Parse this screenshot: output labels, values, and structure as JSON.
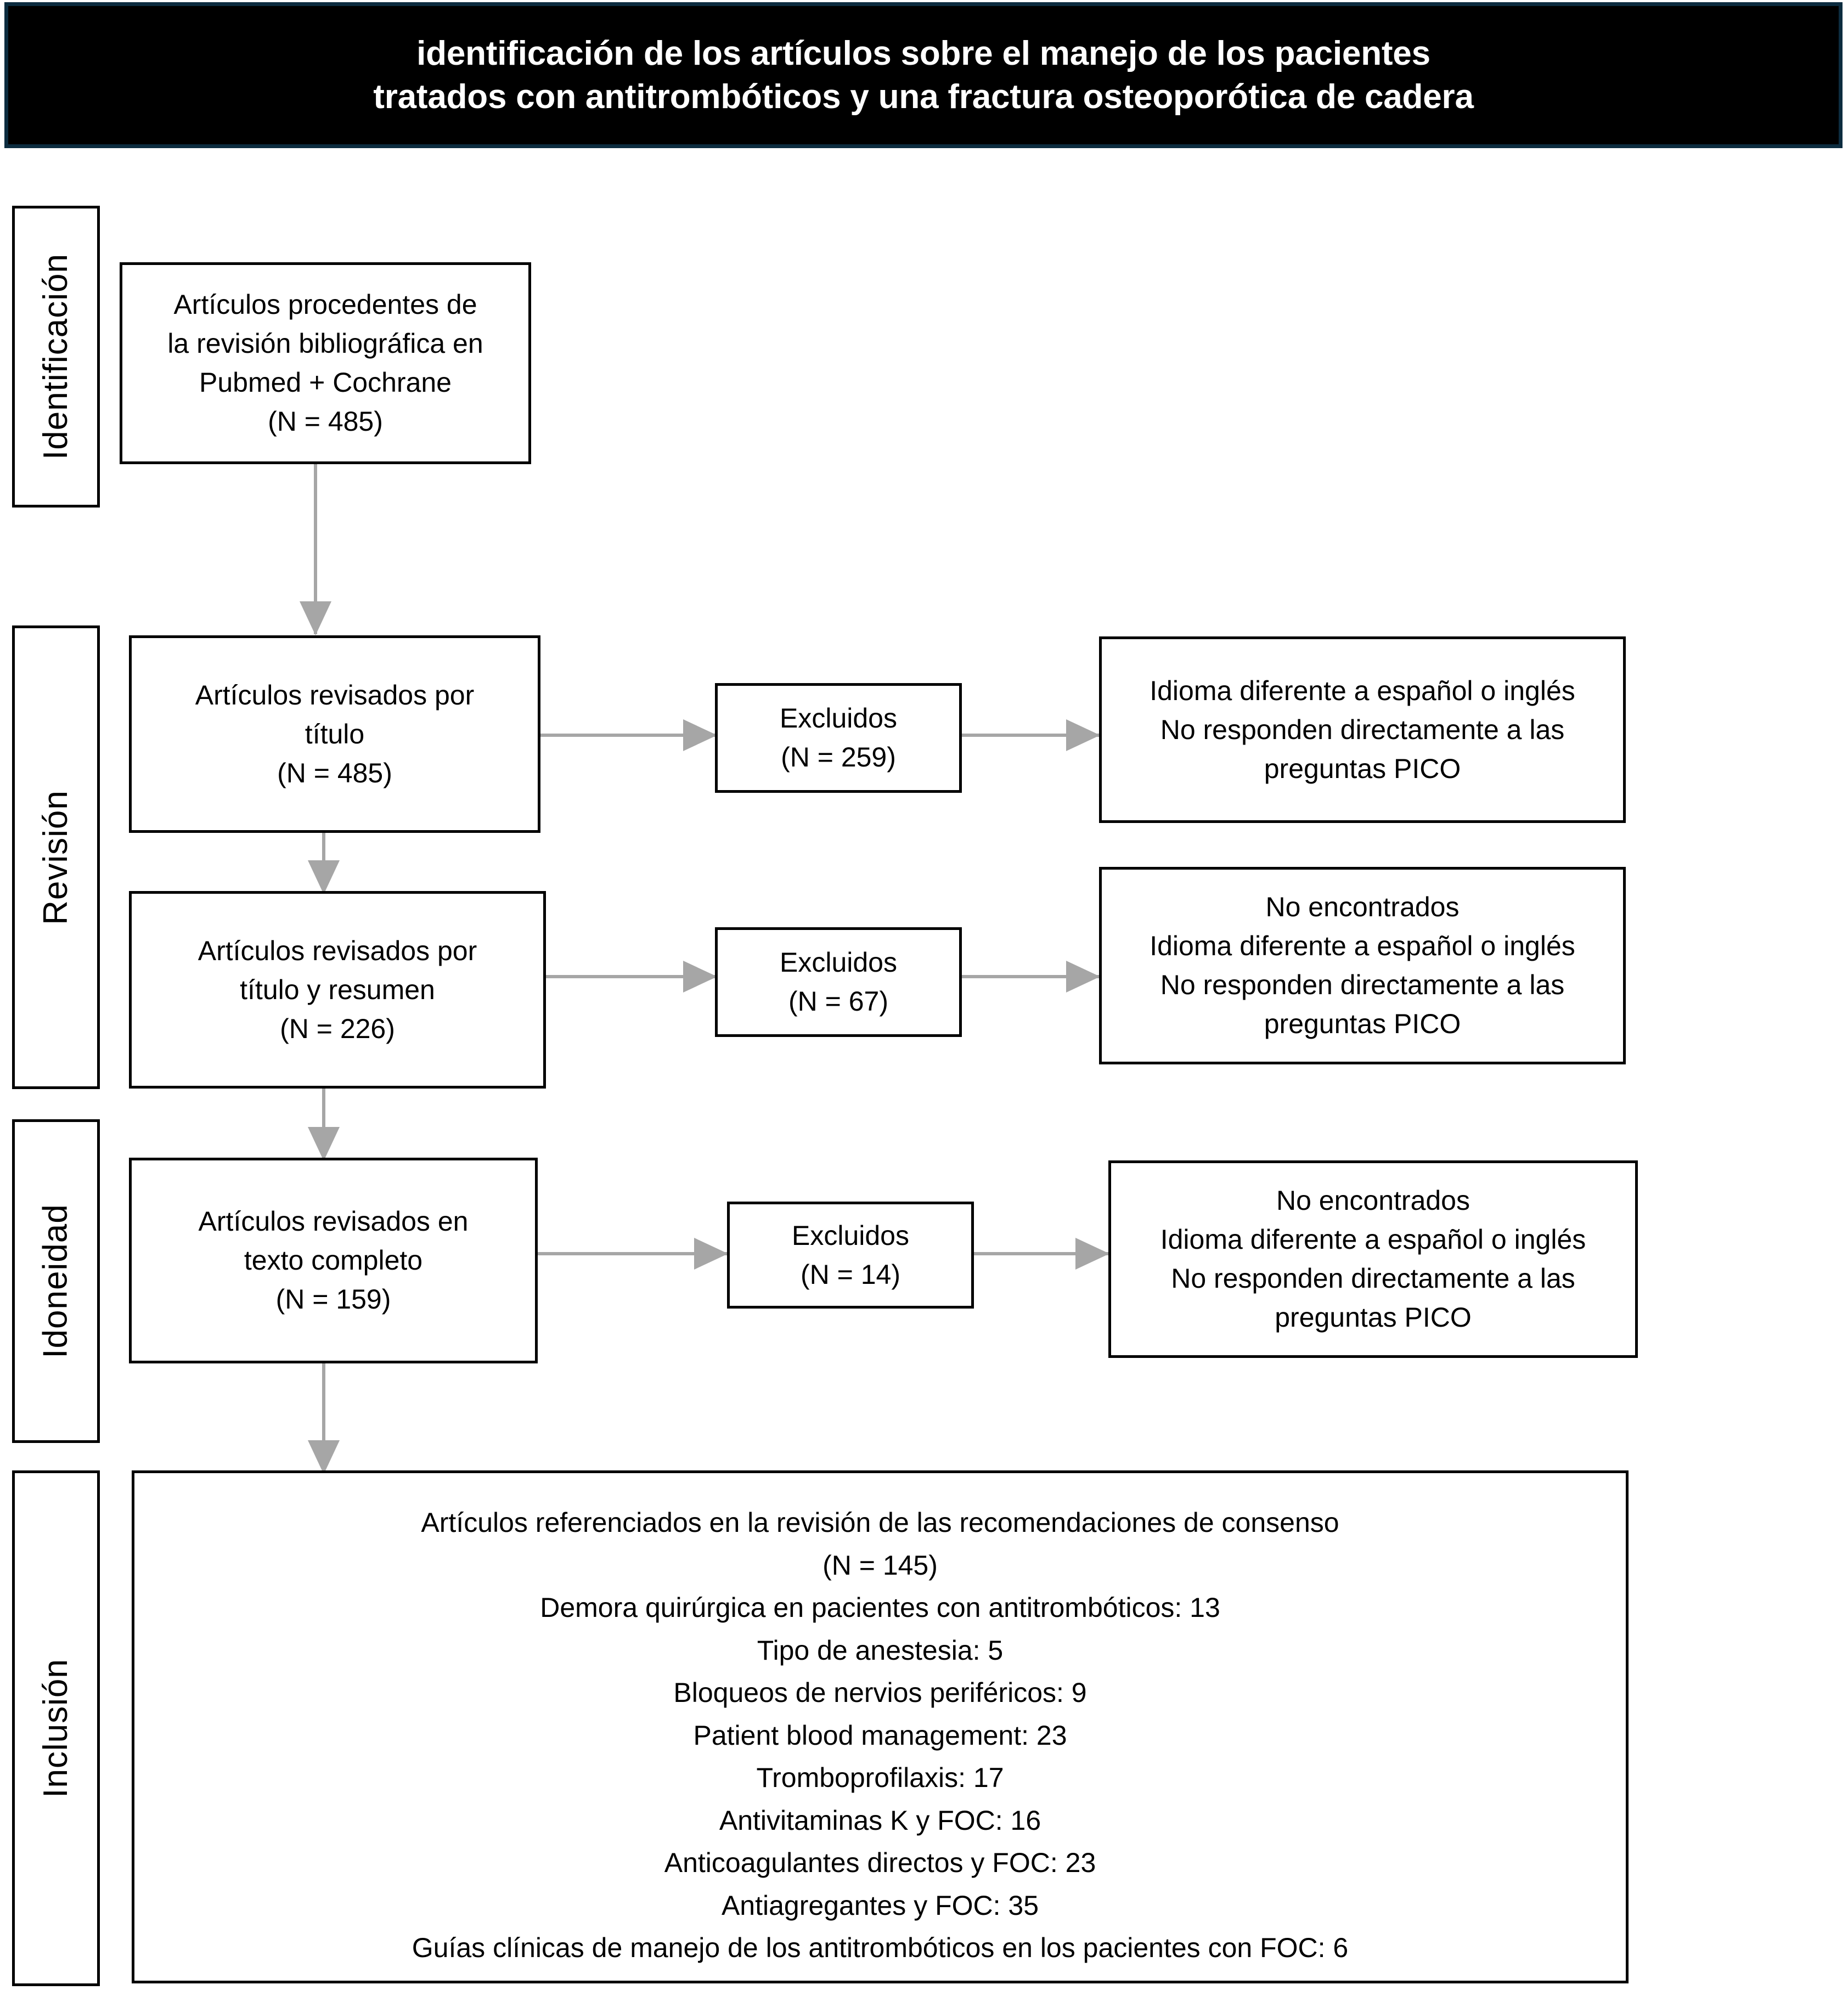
{
  "title": {
    "line1": "identificación de los artículos sobre el manejo de los pacientes",
    "line2": "tratados con antitrombóticos y una fractura osteoporótica de cadera",
    "background_color": "#000000",
    "border_color": "#0c2c3f",
    "text_color": "#ffffff"
  },
  "stages": {
    "identification": "Identificación",
    "screening": "Revisión",
    "eligibility": "Idoneidad",
    "inclusion": "Inclusión"
  },
  "colors": {
    "box_border": "#000000",
    "arrow": "#a6a6a6",
    "page_background": "#ffffff"
  },
  "boxes": {
    "identification_records": {
      "lines": [
        "Artículos procedentes de",
        "la revisión bibliográfica en",
        "Pubmed + Cochrane",
        "(N = 485)"
      ]
    },
    "screened_title": {
      "lines": [
        "Artículos revisados por",
        "título",
        "(N = 485)"
      ]
    },
    "excluded_title": {
      "lines": [
        "Excluidos",
        "(N = 259)"
      ]
    },
    "reasons_title": {
      "lines": [
        "Idioma diferente a español o inglés",
        "No responden directamente a las",
        "preguntas PICO"
      ]
    },
    "screened_abstract": {
      "lines": [
        "Artículos revisados por",
        "título y resumen",
        "(N = 226)"
      ]
    },
    "excluded_abstract": {
      "lines": [
        "Excluidos",
        "(N = 67)"
      ]
    },
    "reasons_abstract": {
      "lines": [
        "No encontrados",
        "Idioma diferente a español o inglés",
        "No responden directamente a las",
        "preguntas PICO"
      ]
    },
    "fulltext_reviewed": {
      "lines": [
        "Artículos revisados en",
        "texto completo",
        "(N = 159)"
      ]
    },
    "excluded_fulltext": {
      "lines": [
        "Excluidos",
        "(N = 14)"
      ]
    },
    "reasons_fulltext": {
      "lines": [
        "No encontrados",
        "Idioma diferente a español o inglés",
        "No responden directamente a las",
        "preguntas PICO"
      ]
    },
    "included_final": {
      "lines": [
        "Artículos referenciados en la revisión de las recomendaciones de consenso",
        "(N = 145)",
        "Demora quirúrgica en pacientes con antitrombóticos: 13",
        "Tipo de anestesia: 5",
        "Bloqueos de nervios periféricos: 9",
        "Patient blood management: 23",
        "Tromboprofilaxis: 17",
        "Antivitaminas K y FOC: 16",
        "Anticoagulantes directos y FOC: 23",
        "Antiagregantes y FOC: 35",
        "Guías clínicas de manejo de los antitrombóticos en los pacientes con FOC: 6"
      ]
    }
  },
  "counts": {
    "records_identified": 485,
    "screened_by_title": 485,
    "excluded_by_title": 259,
    "screened_by_title_abstract": 226,
    "excluded_by_title_abstract": 67,
    "fulltext_reviewed": 159,
    "excluded_fulltext": 14,
    "included": 145,
    "topics": {
      "Demora quirúrgica en pacientes con antitrombóticos": 13,
      "Tipo de anestesia": 5,
      "Bloqueos de nervios periféricos": 9,
      "Patient blood management": 23,
      "Tromboprofilaxis": 17,
      "Antivitaminas K y FOC": 16,
      "Anticoagulantes directos y FOC": 23,
      "Antiagregantes y FOC": 35,
      "Guías clínicas de manejo de los antitrombóticos en los pacientes con FOC": 6
    }
  }
}
